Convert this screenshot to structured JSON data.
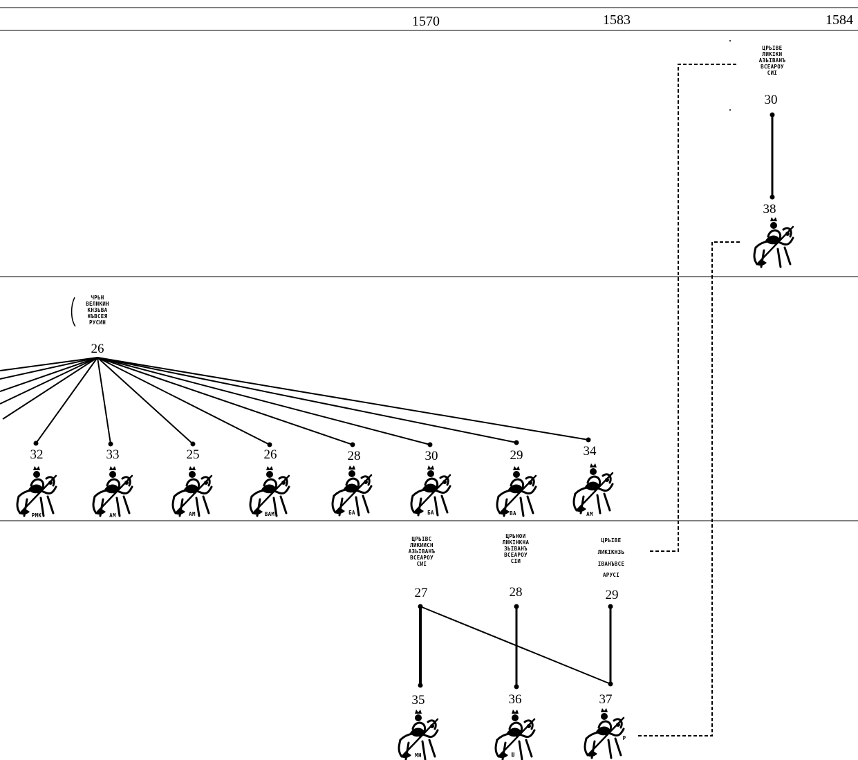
{
  "years": [
    "1570",
    "1583",
    "1584"
  ],
  "obverse_legends": {
    "26": [
      "ЧРЬН",
      "ВЕЛИКИН",
      "КНЗЬВА",
      "НЪВСЕЯ",
      "РУСИН"
    ],
    "27": [
      "ЦРЬIВС",
      "ЛИКИИСН",
      "АЗЬIВАНЪ",
      "ВСЕАРОУ",
      "СИI"
    ],
    "28": [
      "ЦРЬНОИ",
      "ЛИКIНКНА",
      "ЗЬIВАНЪ",
      "ВСЕАРОУ",
      "СIИ"
    ],
    "29": [
      "ЦРЬIВЕ",
      "ЛИКIКНЗЬ",
      "IВАНЪВСЕ",
      "АРУСI"
    ],
    "30": [
      "ЦРЬIВЕ",
      "ЛИКIКН",
      "АЗЬIВАНЪ",
      "ВСЕАРОУ",
      "СИI"
    ]
  },
  "labels": {
    "top_obverse_30": "30",
    "rider_38": "38",
    "mid_obverse_26": "26",
    "mid_reverse": [
      "32",
      "33",
      "25",
      "26",
      "28",
      "30",
      "29",
      "34"
    ],
    "bot_obverse": [
      "27",
      "28",
      "29"
    ],
    "bot_reverse": [
      "35",
      "36",
      "37"
    ]
  },
  "reverse_legends": {
    "32": "РМК",
    "33": "АМ",
    "25": "АМ",
    "26": "ВАМ",
    "28": "БА",
    "30": "БА",
    "29": "ВА",
    "34": "АМ",
    "35": "МН",
    "36": "Ш",
    "37": "Р"
  }
}
